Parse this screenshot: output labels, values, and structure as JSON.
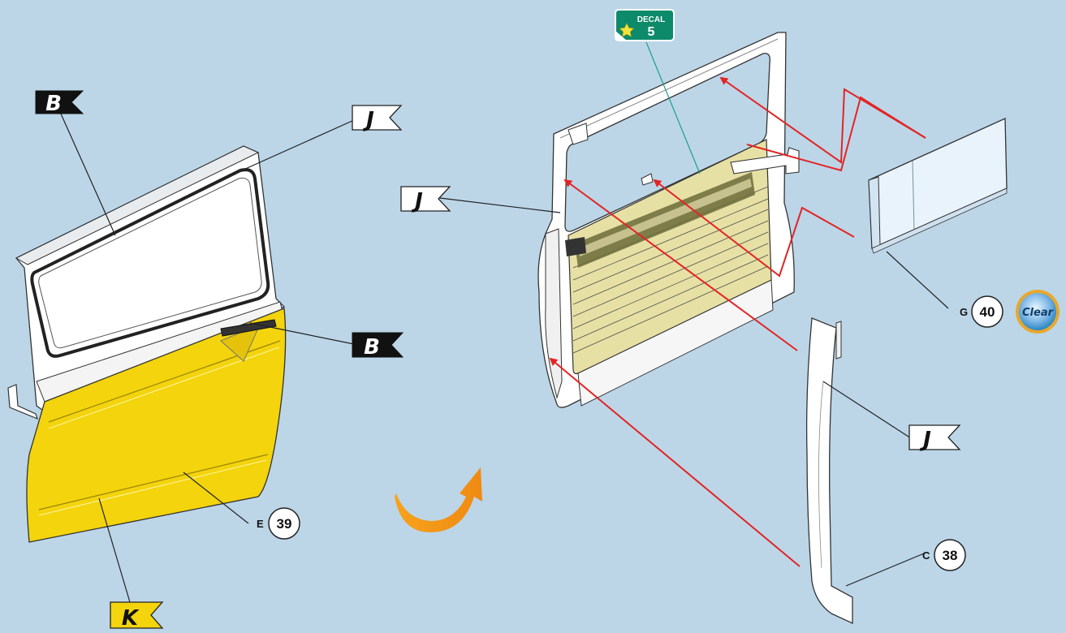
{
  "callouts": {
    "paint_b_top": "B",
    "paint_b_handle": "B",
    "paint_j_top": "J",
    "paint_j_middle": "J",
    "paint_j_right": "J",
    "paint_k": "K"
  },
  "parts": {
    "e": {
      "letter": "E",
      "number": "39"
    },
    "g": {
      "letter": "G",
      "number": "40",
      "material": "Clear"
    },
    "c": {
      "letter": "C",
      "number": "38"
    }
  },
  "decal": {
    "label": "DECAL",
    "number": "5"
  },
  "colors": {
    "background": "#bcd6e8",
    "door_body": "#f3d40d",
    "door_panel": "#e6e0a4",
    "assembly_arrow": "#e32424",
    "decal_leader": "#1aa08c",
    "flip_arrow": "#f39a1c",
    "decal_badge": "#0d8a6a",
    "clear_badge": "#2b86c5"
  },
  "icons": [
    "flip-over-arrow-icon",
    "decal-star-icon",
    "clear-badge-icon"
  ]
}
